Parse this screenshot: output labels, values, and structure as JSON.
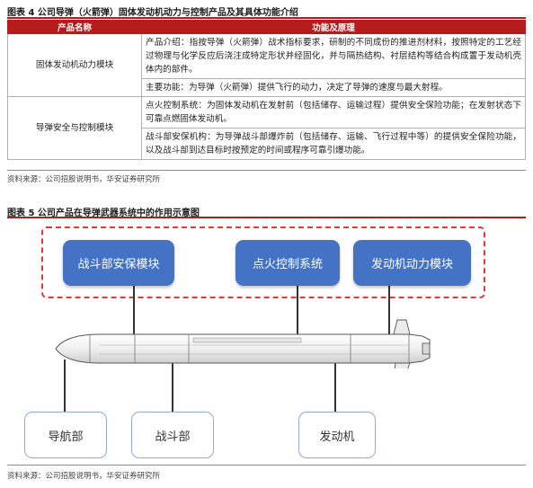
{
  "table_figure": {
    "title": "图表 4 公司导弹（火箭弹）固体发动机动力与控制产品及其具体功能介绍",
    "headers": [
      "产品名称",
      "功能及原理"
    ],
    "rows": [
      {
        "name": "固体发动机动力模块",
        "cells": [
          "产品介绍：指按导弹（火箭弹）战术指标要求，研制的不同成份的推进剂材料，按照特定的工艺经过物理与化学反应后浇注成特定形状并经固化，并与隔热结构、衬层结构等结合构成置于发动机壳体内的部件。",
          "主要功能：为导弹（火箭弹）提供飞行的动力，决定了导弹的速度与最大射程。"
        ]
      },
      {
        "name": "导弹安全与控制模块",
        "cells": [
          "点火控制系统：为固体发动机在发射前（包括储存、运输过程）提供安全保险功能；在发射状态下可靠点燃固体发动机。",
          "战斗部安保机构：为导弹战斗部爆炸前（包括储存、运输、飞行过程中等）的提供安全保险功能，以及战斗部到达目标时按预定的时间或程序可靠引爆功能。"
        ]
      }
    ],
    "source": "资料来源：公司招股说明书，华安证券研究所"
  },
  "diagram_figure": {
    "title": "图表 5 公司产品在导弹武器系统中的作用示意图",
    "company_products": [
      "战斗部安保模块",
      "点火控制系统",
      "发动机动力模块"
    ],
    "missile_parts": [
      "导航部",
      "战斗部",
      "发动机"
    ],
    "source": "资料来源：公司招股说明书，华安证券研究所"
  },
  "colors": {
    "header_red": "#b71c1c",
    "dashed_red": "#e53935",
    "box_blue": "#4472c4",
    "outline_blue": "#8faadc"
  }
}
